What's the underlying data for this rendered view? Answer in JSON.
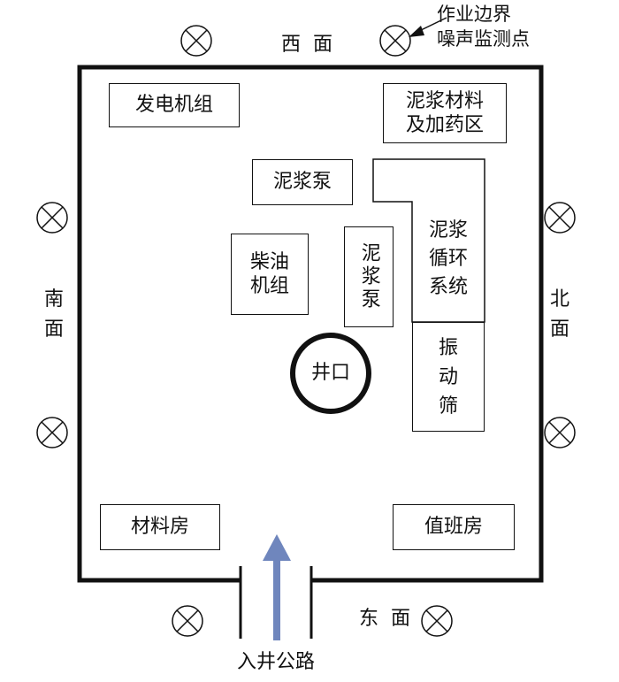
{
  "labels": {
    "west": "西  面",
    "east": "东  面",
    "south": "南面",
    "north": "北面",
    "boundary_point": "作业边界\n噪声监测点",
    "road": "入井公路"
  },
  "zones": {
    "generator": "发电机组",
    "mud_materials": "泥浆材料\n及加药区",
    "mud_pump_1": "泥浆泵",
    "diesel": "柴油\n机组",
    "mud_pump_2": "泥浆泵",
    "mud_cycle": "泥浆\n循环\n系统",
    "shaker": "振\n动\n筛",
    "wellhead": "井口",
    "material_room": "材料房",
    "duty_room": "值班房"
  },
  "colors": {
    "arrow": "#6f86bd",
    "line": "#111111"
  }
}
